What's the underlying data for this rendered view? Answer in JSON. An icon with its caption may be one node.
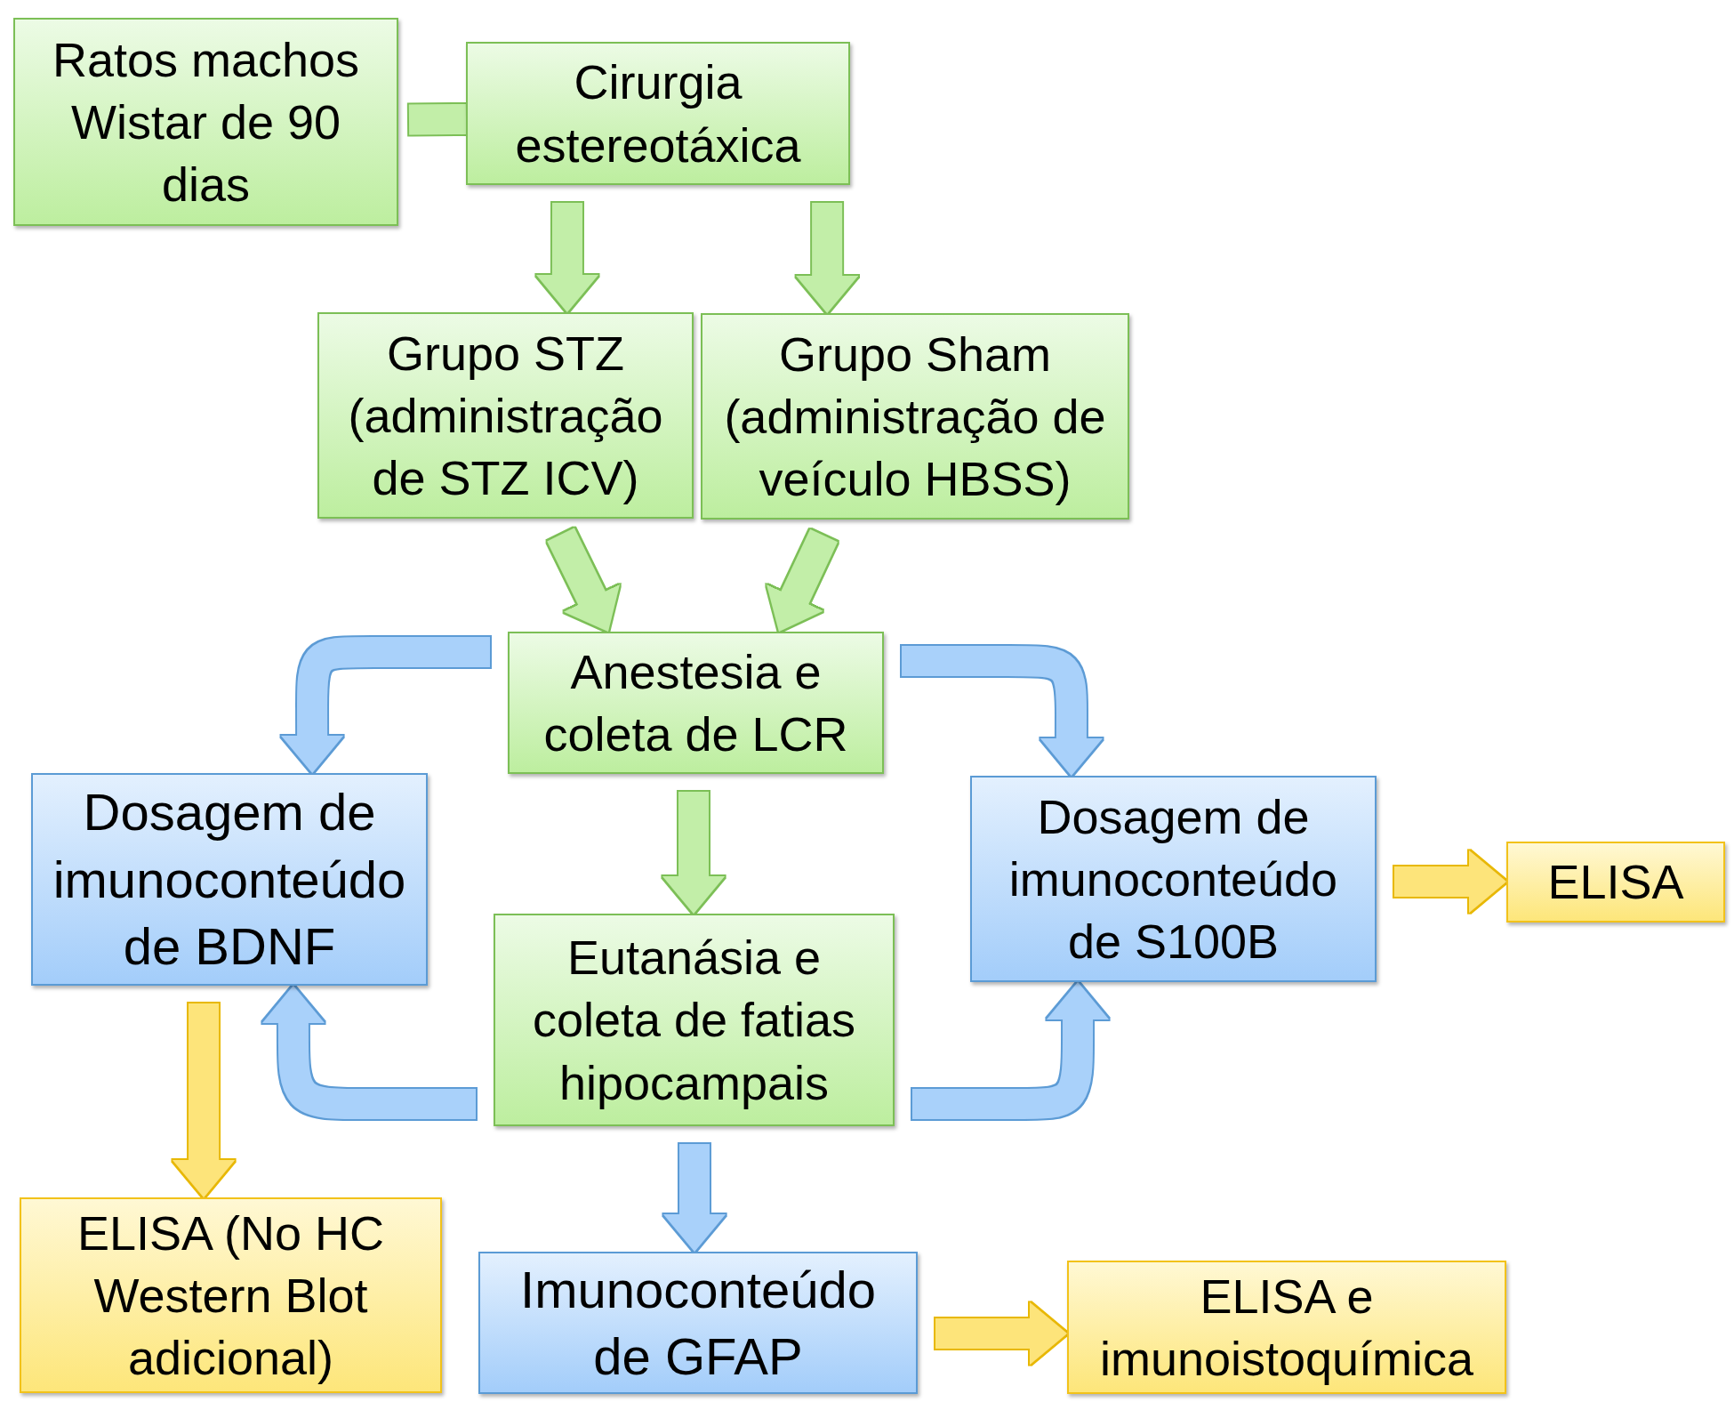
{
  "diagram": {
    "nodes": [
      {
        "text": [
          "Ratos machos Wistar de 90 dias"
        ]
      },
      {
        "text": [
          "Cirurgia estereotáxica"
        ]
      },
      {
        "text": [
          "Grupo STZ (administração de STZ ICV)"
        ]
      },
      {
        "text": [
          "Grupo Sham (administração de veículo HBSS)"
        ]
      },
      {
        "text": [
          "Anestesia e coleta de LCR"
        ]
      },
      {
        "text": [
          "Dosagem de imunoconteúdo de BDNF"
        ]
      },
      {
        "text": [
          "Eutanásia e coleta de fatias hipocampais"
        ]
      },
      {
        "text": [
          "Dosagem de imunoconteúdo de S100B"
        ]
      },
      {
        "text": [
          "ELISA"
        ]
      },
      {
        "text": [
          "ELISA (No HC Western Blot adicional)"
        ]
      },
      {
        "text": [
          "Imunoconteúdo de GFAP"
        ]
      },
      {
        "text": [
          "ELISA e imunoistoquímica"
        ]
      }
    ],
    "edges": [
      {
        "from": 0,
        "to": 1,
        "arrow": "none"
      },
      {
        "from": 1,
        "to": 2,
        "arrow": "to"
      },
      {
        "from": 1,
        "to": 3,
        "arrow": "to"
      },
      {
        "from": 2,
        "to": 4,
        "arrow": "to"
      },
      {
        "from": 3,
        "to": 4,
        "arrow": "to"
      },
      {
        "from": 4,
        "to": 5,
        "arrow": "to",
        "color": "#a9d1fa"
      },
      {
        "from": 4,
        "to": 7,
        "arrow": "to",
        "color": "#a9d1fa"
      },
      {
        "from": 4,
        "to": 6,
        "arrow": "to"
      },
      {
        "from": 6,
        "to": 5,
        "arrow": "to",
        "color": "#a9d1fa"
      },
      {
        "from": 6,
        "to": 7,
        "arrow": "to",
        "color": "#a9d1fa"
      },
      {
        "from": 7,
        "to": 8,
        "arrow": "to",
        "color": "#fde47a"
      },
      {
        "from": 5,
        "to": 9,
        "arrow": "to",
        "color": "#fde47a"
      },
      {
        "from": 6,
        "to": 10,
        "arrow": "to",
        "color": "#a9d1fa"
      },
      {
        "from": 10,
        "to": 11,
        "arrow": "to",
        "color": "#fde47a"
      }
    ]
  }
}
